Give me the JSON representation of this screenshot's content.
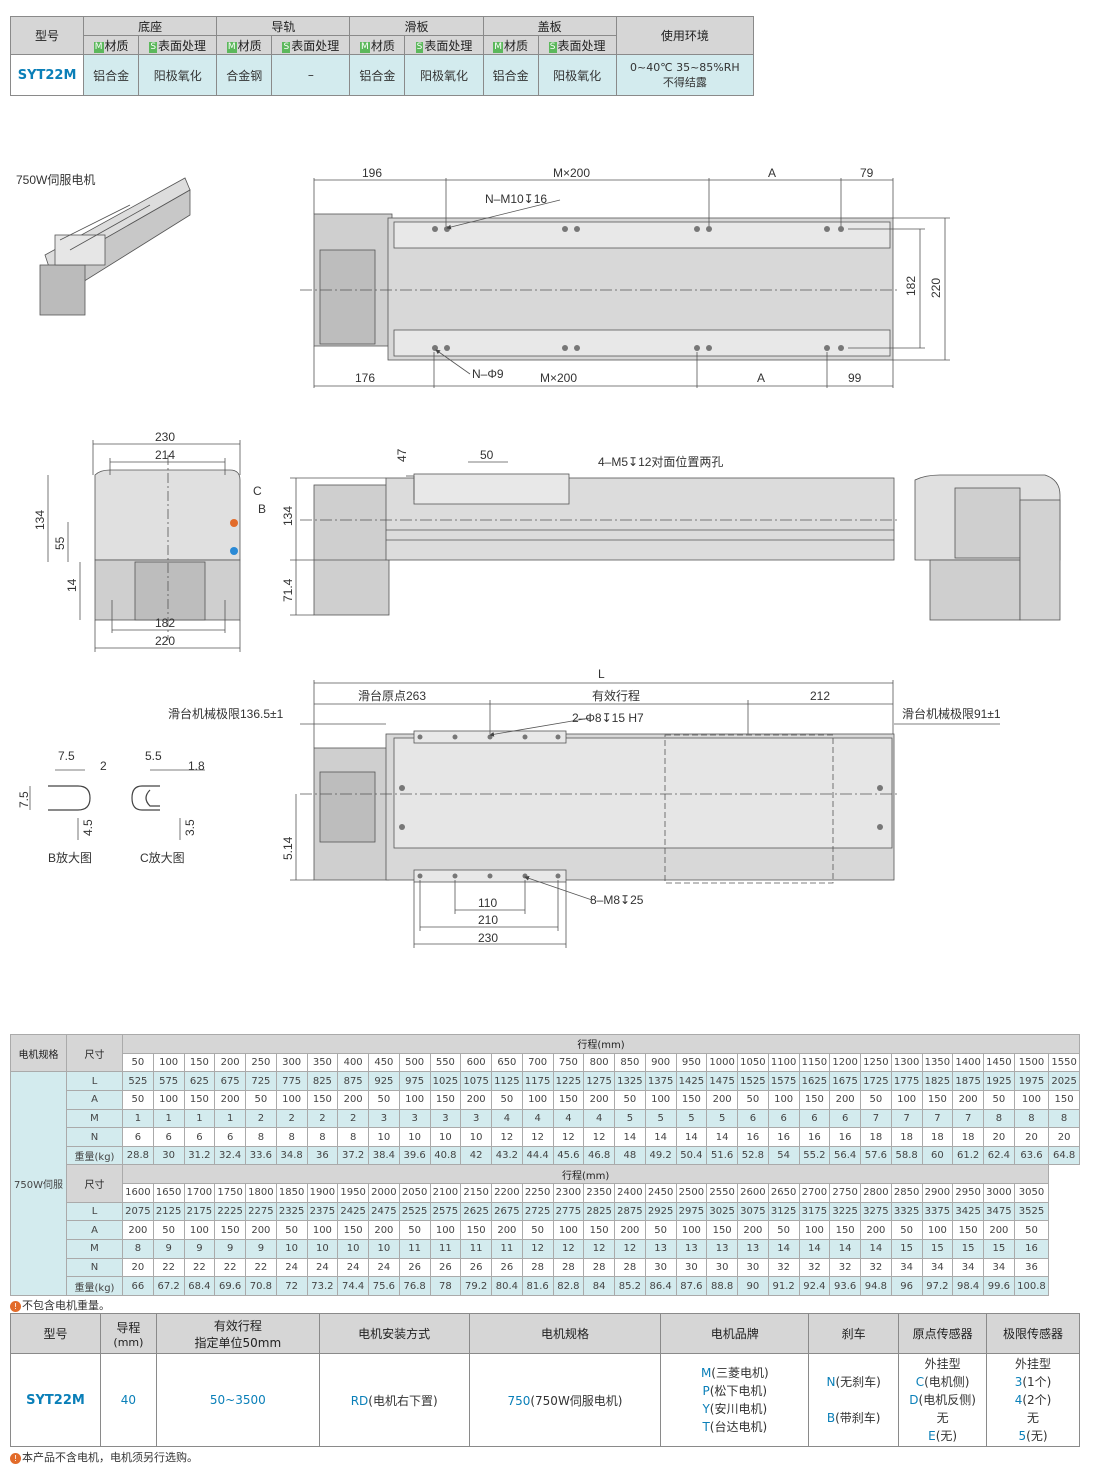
{
  "material_table": {
    "model_header": "型号",
    "groups": [
      "底座",
      "导轨",
      "滑板",
      "盖板"
    ],
    "env_header": "使用环境",
    "m_tag": "M",
    "s_tag": "S",
    "material_label": "材质",
    "surface_label": "表面处理",
    "model": "SYT22M",
    "cells": [
      "铝合金",
      "阳极氧化",
      "合金钢",
      "–",
      "铝合金",
      "阳极氧化",
      "铝合金",
      "阳极氧化"
    ],
    "env_line1": "0~40℃ 35~85%RH",
    "env_line2": "不得结露"
  },
  "drawing": {
    "motor_label": "750W伺服电机",
    "top_dims": [
      "196",
      "M×200",
      "A",
      "79"
    ],
    "top_note": "N–M10↧16",
    "bot_dims": [
      "176",
      "M×200",
      "A",
      "99"
    ],
    "bot_note": "N–Φ9",
    "right_dims": [
      "182",
      "220"
    ],
    "end_dims": [
      "230",
      "214",
      "134",
      "55",
      "14",
      "182",
      "220"
    ],
    "end_labels": [
      "C",
      "B"
    ],
    "side_dims": [
      "47",
      "50",
      "134",
      "71.4"
    ],
    "side_note": "4–M5↧12对面位置两孔",
    "len_dim": "L",
    "origin_label": "滑台原点263",
    "stroke_label": "有效行程",
    "right_212": "212",
    "limit_left": "滑台机械极限136.5±1",
    "limit_right": "滑台机械极限91±1",
    "hole_note": "2–Φ8↧15 H7",
    "bottom_note": "8–M8↧25",
    "bottom_dims": [
      "110",
      "210",
      "230"
    ],
    "side_514": "5.14",
    "b_detail": {
      "d1": "7.5",
      "d2": "2",
      "d3": "7.5",
      "d4": "4.5",
      "caption": "B放大图"
    },
    "c_detail": {
      "d1": "5.5",
      "d2": "1.8",
      "d3": "3.5",
      "caption": "C放大图"
    }
  },
  "stroke_table": {
    "col1_header": "电机规格",
    "col2_header": "尺寸",
    "stroke_header": "行程(mm)",
    "motor": "750W伺服",
    "row_labels": [
      "L",
      "A",
      "M",
      "N",
      "重量(kg)"
    ],
    "block1": {
      "strokes": [
        "50",
        "100",
        "150",
        "200",
        "250",
        "300",
        "350",
        "400",
        "450",
        "500",
        "550",
        "600",
        "650",
        "700",
        "750",
        "800",
        "850",
        "900",
        "950",
        "1000",
        "1050",
        "1100",
        "1150",
        "1200",
        "1250",
        "1300",
        "1350",
        "1400",
        "1450",
        "1500",
        "1550"
      ],
      "L": [
        "525",
        "575",
        "625",
        "675",
        "725",
        "775",
        "825",
        "875",
        "925",
        "975",
        "1025",
        "1075",
        "1125",
        "1175",
        "1225",
        "1275",
        "1325",
        "1375",
        "1425",
        "1475",
        "1525",
        "1575",
        "1625",
        "1675",
        "1725",
        "1775",
        "1825",
        "1875",
        "1925",
        "1975",
        "2025"
      ],
      "A": [
        "50",
        "100",
        "150",
        "200",
        "50",
        "100",
        "150",
        "200",
        "50",
        "100",
        "150",
        "200",
        "50",
        "100",
        "150",
        "200",
        "50",
        "100",
        "150",
        "200",
        "50",
        "100",
        "150",
        "200",
        "50",
        "100",
        "150",
        "200",
        "50",
        "100",
        "150"
      ],
      "M": [
        "1",
        "1",
        "1",
        "1",
        "2",
        "2",
        "2",
        "2",
        "3",
        "3",
        "3",
        "3",
        "4",
        "4",
        "4",
        "4",
        "5",
        "5",
        "5",
        "5",
        "6",
        "6",
        "6",
        "6",
        "7",
        "7",
        "7",
        "7",
        "8",
        "8",
        "8"
      ],
      "N": [
        "6",
        "6",
        "6",
        "6",
        "8",
        "8",
        "8",
        "8",
        "10",
        "10",
        "10",
        "10",
        "12",
        "12",
        "12",
        "12",
        "14",
        "14",
        "14",
        "14",
        "16",
        "16",
        "16",
        "16",
        "18",
        "18",
        "18",
        "18",
        "20",
        "20",
        "20"
      ],
      "W": [
        "28.8",
        "30",
        "31.2",
        "32.4",
        "33.6",
        "34.8",
        "36",
        "37.2",
        "38.4",
        "39.6",
        "40.8",
        "42",
        "43.2",
        "44.4",
        "45.6",
        "46.8",
        "48",
        "49.2",
        "50.4",
        "51.6",
        "52.8",
        "54",
        "55.2",
        "56.4",
        "57.6",
        "58.8",
        "60",
        "61.2",
        "62.4",
        "63.6",
        "64.8"
      ]
    },
    "block2": {
      "strokes": [
        "1600",
        "1650",
        "1700",
        "1750",
        "1800",
        "1850",
        "1900",
        "1950",
        "2000",
        "2050",
        "2100",
        "2150",
        "2200",
        "2250",
        "2300",
        "2350",
        "2400",
        "2450",
        "2500",
        "2550",
        "2600",
        "2650",
        "2700",
        "2750",
        "2800",
        "2850",
        "2900",
        "2950",
        "3000",
        "3050"
      ],
      "L": [
        "2075",
        "2125",
        "2175",
        "2225",
        "2275",
        "2325",
        "2375",
        "2425",
        "2475",
        "2525",
        "2575",
        "2625",
        "2675",
        "2725",
        "2775",
        "2825",
        "2875",
        "2925",
        "2975",
        "3025",
        "3075",
        "3125",
        "3175",
        "3225",
        "3275",
        "3325",
        "3375",
        "3425",
        "3475",
        "3525"
      ],
      "A": [
        "200",
        "50",
        "100",
        "150",
        "200",
        "50",
        "100",
        "150",
        "200",
        "50",
        "100",
        "150",
        "200",
        "50",
        "100",
        "150",
        "200",
        "50",
        "100",
        "150",
        "200",
        "50",
        "100",
        "150",
        "200",
        "50",
        "100",
        "150",
        "200",
        "50"
      ],
      "M": [
        "8",
        "9",
        "9",
        "9",
        "9",
        "10",
        "10",
        "10",
        "10",
        "11",
        "11",
        "11",
        "11",
        "12",
        "12",
        "12",
        "12",
        "13",
        "13",
        "13",
        "13",
        "14",
        "14",
        "14",
        "14",
        "15",
        "15",
        "15",
        "15",
        "16"
      ],
      "N": [
        "20",
        "22",
        "22",
        "22",
        "22",
        "24",
        "24",
        "24",
        "24",
        "26",
        "26",
        "26",
        "26",
        "28",
        "28",
        "28",
        "28",
        "30",
        "30",
        "30",
        "30",
        "32",
        "32",
        "32",
        "32",
        "34",
        "34",
        "34",
        "34",
        "36"
      ],
      "W": [
        "66",
        "67.2",
        "68.4",
        "69.6",
        "70.8",
        "72",
        "73.2",
        "74.4",
        "75.6",
        "76.8",
        "78",
        "79.2",
        "80.4",
        "81.6",
        "82.8",
        "84",
        "85.2",
        "86.4",
        "87.6",
        "88.8",
        "90",
        "91.2",
        "92.4",
        "93.6",
        "94.8",
        "96",
        "97.2",
        "98.4",
        "99.6",
        "100.8"
      ]
    },
    "note": "不包含电机重量。"
  },
  "order_table": {
    "headers": [
      "型号",
      "导程",
      "(mm)",
      "有效行程",
      "指定单位50mm",
      "电机安装方式",
      "电机规格",
      "电机品牌",
      "刹车",
      "原点传感器",
      "极限传感器"
    ],
    "model": "SYT22M",
    "lead": "40",
    "stroke": "50~3500",
    "mount_code": "RD",
    "mount_text": "(电机右下置)",
    "spec_code": "750",
    "spec_text": "(750W伺服电机)",
    "brands": [
      {
        "code": "M",
        "text": "(三菱电机)"
      },
      {
        "code": "P",
        "text": "(松下电机)"
      },
      {
        "code": "Y",
        "text": "(安川电机)"
      },
      {
        "code": "T",
        "text": "(台达电机)"
      }
    ],
    "brakes": [
      {
        "code": "N",
        "text": "(无刹车)"
      },
      {
        "code": "B",
        "text": "(带刹车)"
      }
    ],
    "origin": {
      "title": "外挂型",
      "l1c": "C",
      "l1t": "(电机侧)",
      "l2c": "D",
      "l2t": "(电机反侧)",
      "l3t": "无",
      "l4c": "E",
      "l4t": "(无)"
    },
    "limit": {
      "title": "外挂型",
      "l1c": "3",
      "l1t": "(1个)",
      "l2c": "4",
      "l2t": "(2个)",
      "l3t": "无",
      "l4c": "5",
      "l4t": "(无)"
    },
    "note": "本产品不含电机，电机须另行选购。"
  }
}
